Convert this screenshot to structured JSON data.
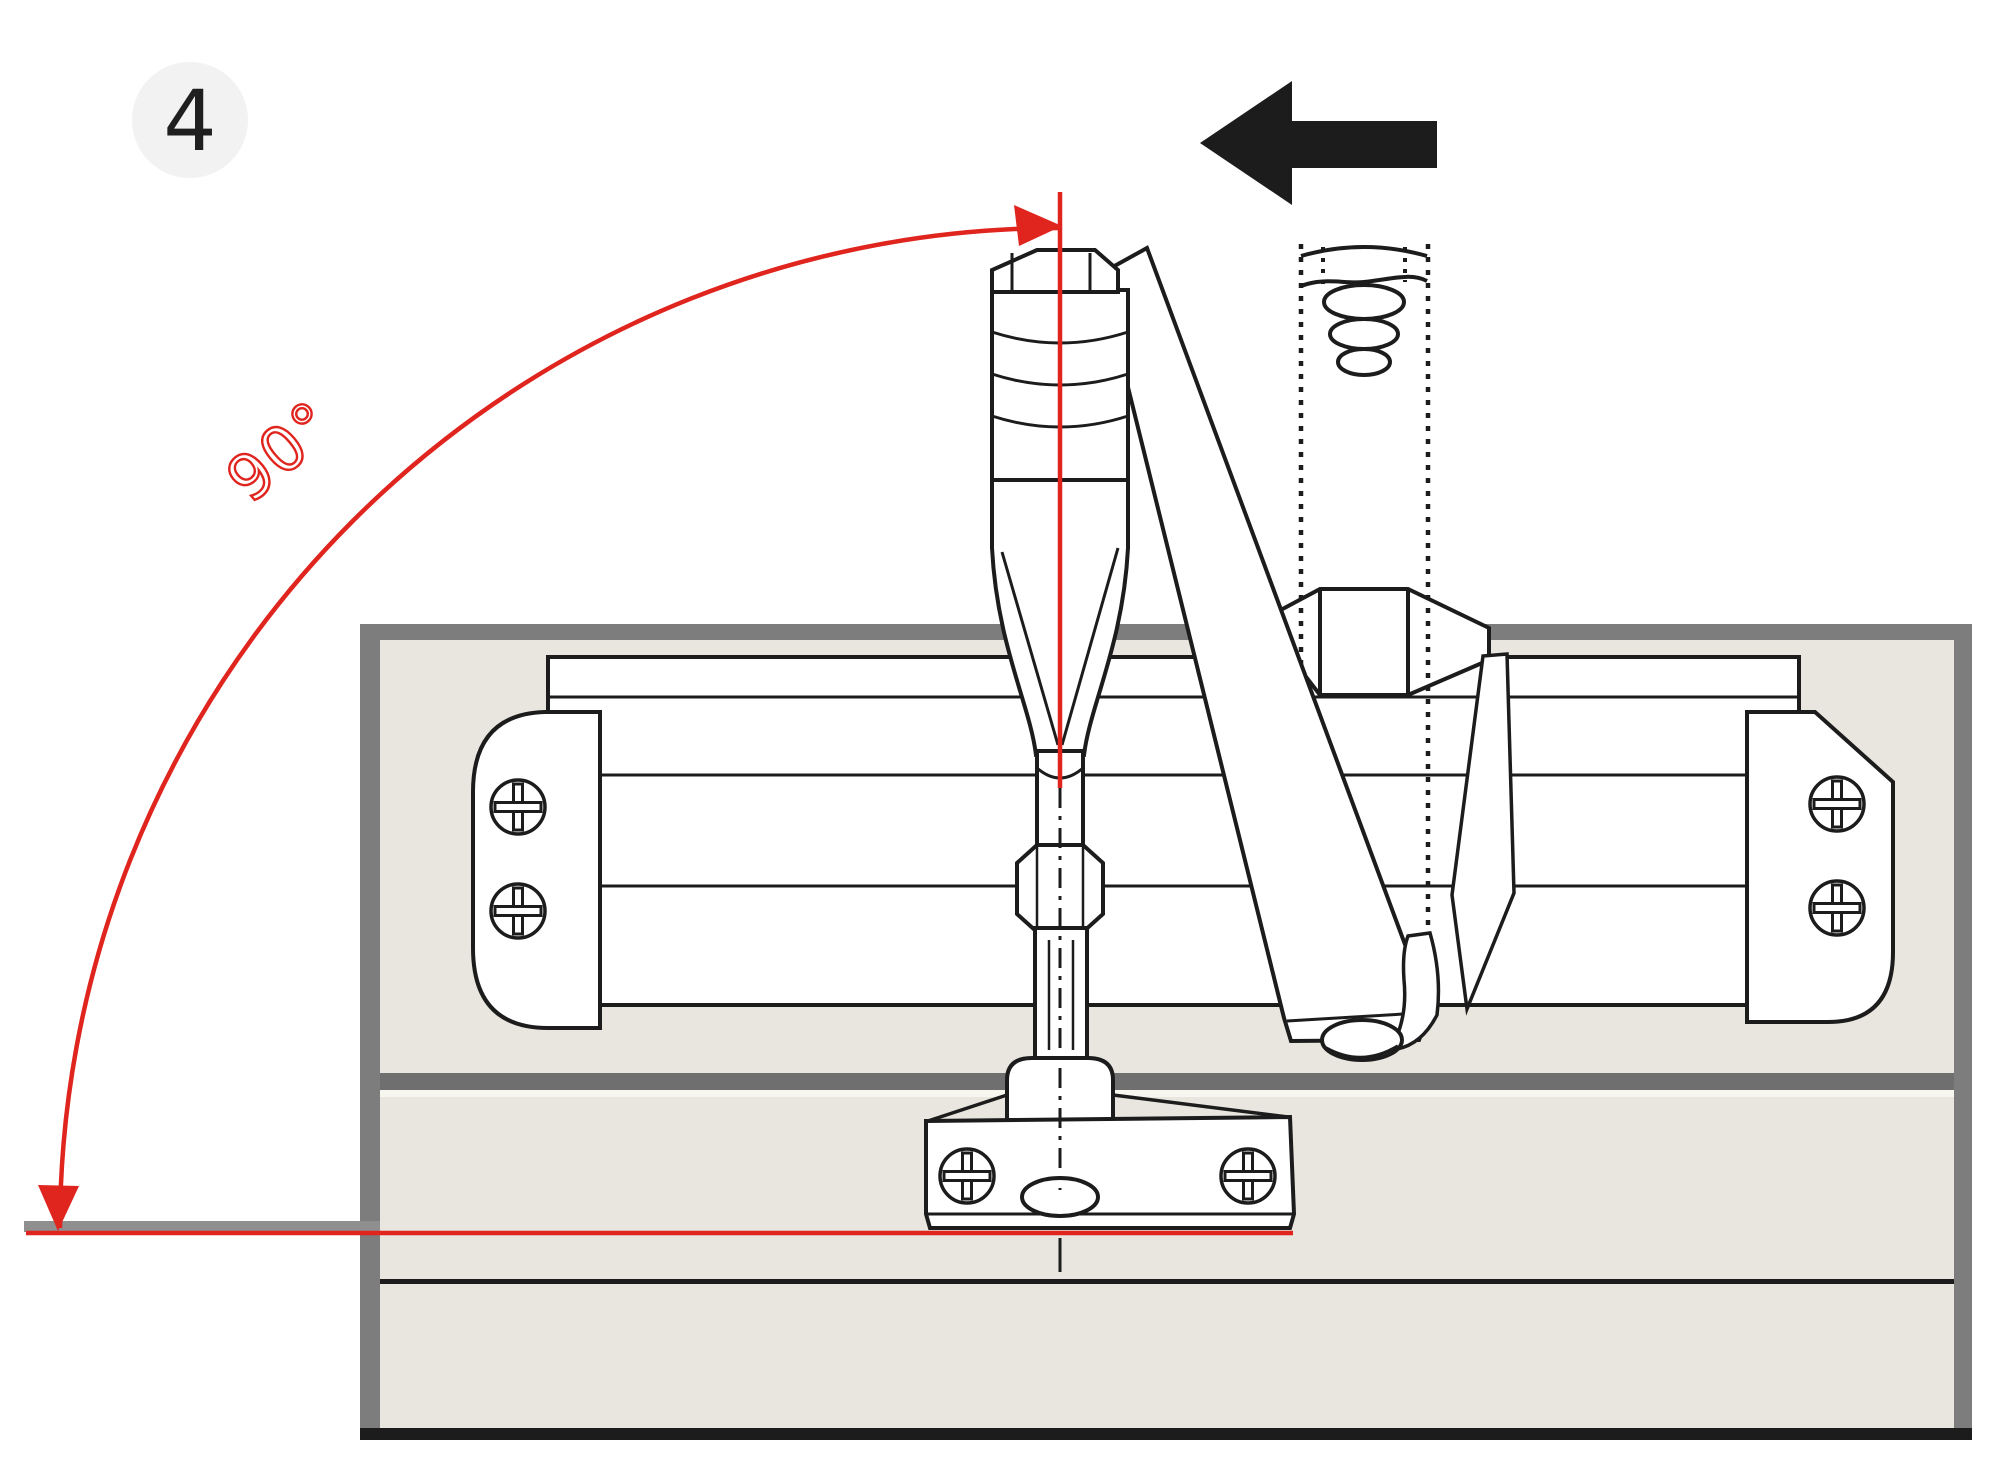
{
  "step": {
    "number": "4"
  },
  "annotation": {
    "angle_label": "90°"
  },
  "icons": {
    "direction_arrow": "left-arrow",
    "rotation_indicator": "quarter-circle-arc-with-arrowheads",
    "fasteners": "phillips-screw-heads"
  },
  "colors": {
    "annotation_red": "#e0241e",
    "door_fill": "#e8e6de",
    "frame_gray": "#7d7d7d",
    "groove_gray": "#6f6f6f",
    "baseline_gray": "#8f8f8f",
    "line_black": "#1c1c1c",
    "badge_bg": "#f2f2f2",
    "badge_text": "#1f1f1f"
  }
}
